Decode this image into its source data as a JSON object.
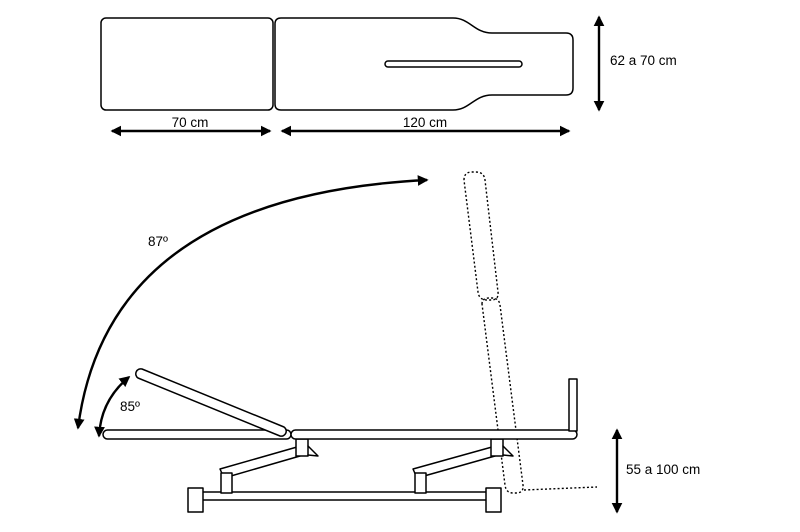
{
  "labels": {
    "head_length": "70 cm",
    "body_length": "120 cm",
    "width_range": "62 a 70 cm",
    "height_range": "55 a 100 cm",
    "back_angle": "87º",
    "leg_angle": "85º"
  }
}
